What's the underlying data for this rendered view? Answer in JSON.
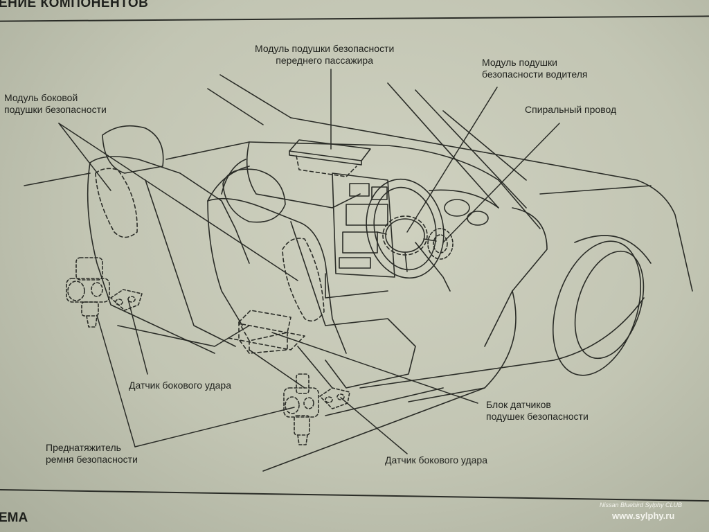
{
  "header": {
    "title": "ЕНИЕ КОМПОНЕНТОВ"
  },
  "footer": {
    "title": "ЕМА"
  },
  "labels": {
    "side_airbag_module": [
      "Модуль боковой",
      "подушки безопасности"
    ],
    "passenger_airbag_module": [
      "Модуль подушки безопасности",
      "переднего пассажира"
    ],
    "driver_airbag_module": [
      "Модуль подушки",
      "безопасности водителя"
    ],
    "spiral_cable": [
      "Спиральный провод"
    ],
    "side_impact_sensor_rear": [
      "Датчик бокового удара"
    ],
    "airbag_sensor_unit": [
      "Блок датчиков",
      "подушек безопасности"
    ],
    "seatbelt_pretensioner": [
      "Преднатяжитель",
      "ремня безопасности"
    ],
    "side_impact_sensor_front": [
      "Датчик бокового удара"
    ]
  },
  "watermark": {
    "club": "Nissan Bluebird Sylphy CLUB",
    "site": "www.sylphy.ru"
  },
  "colors": {
    "paper": "#c2c5b3",
    "ink": "#1f211d",
    "watermark": "#f4f4ee"
  }
}
